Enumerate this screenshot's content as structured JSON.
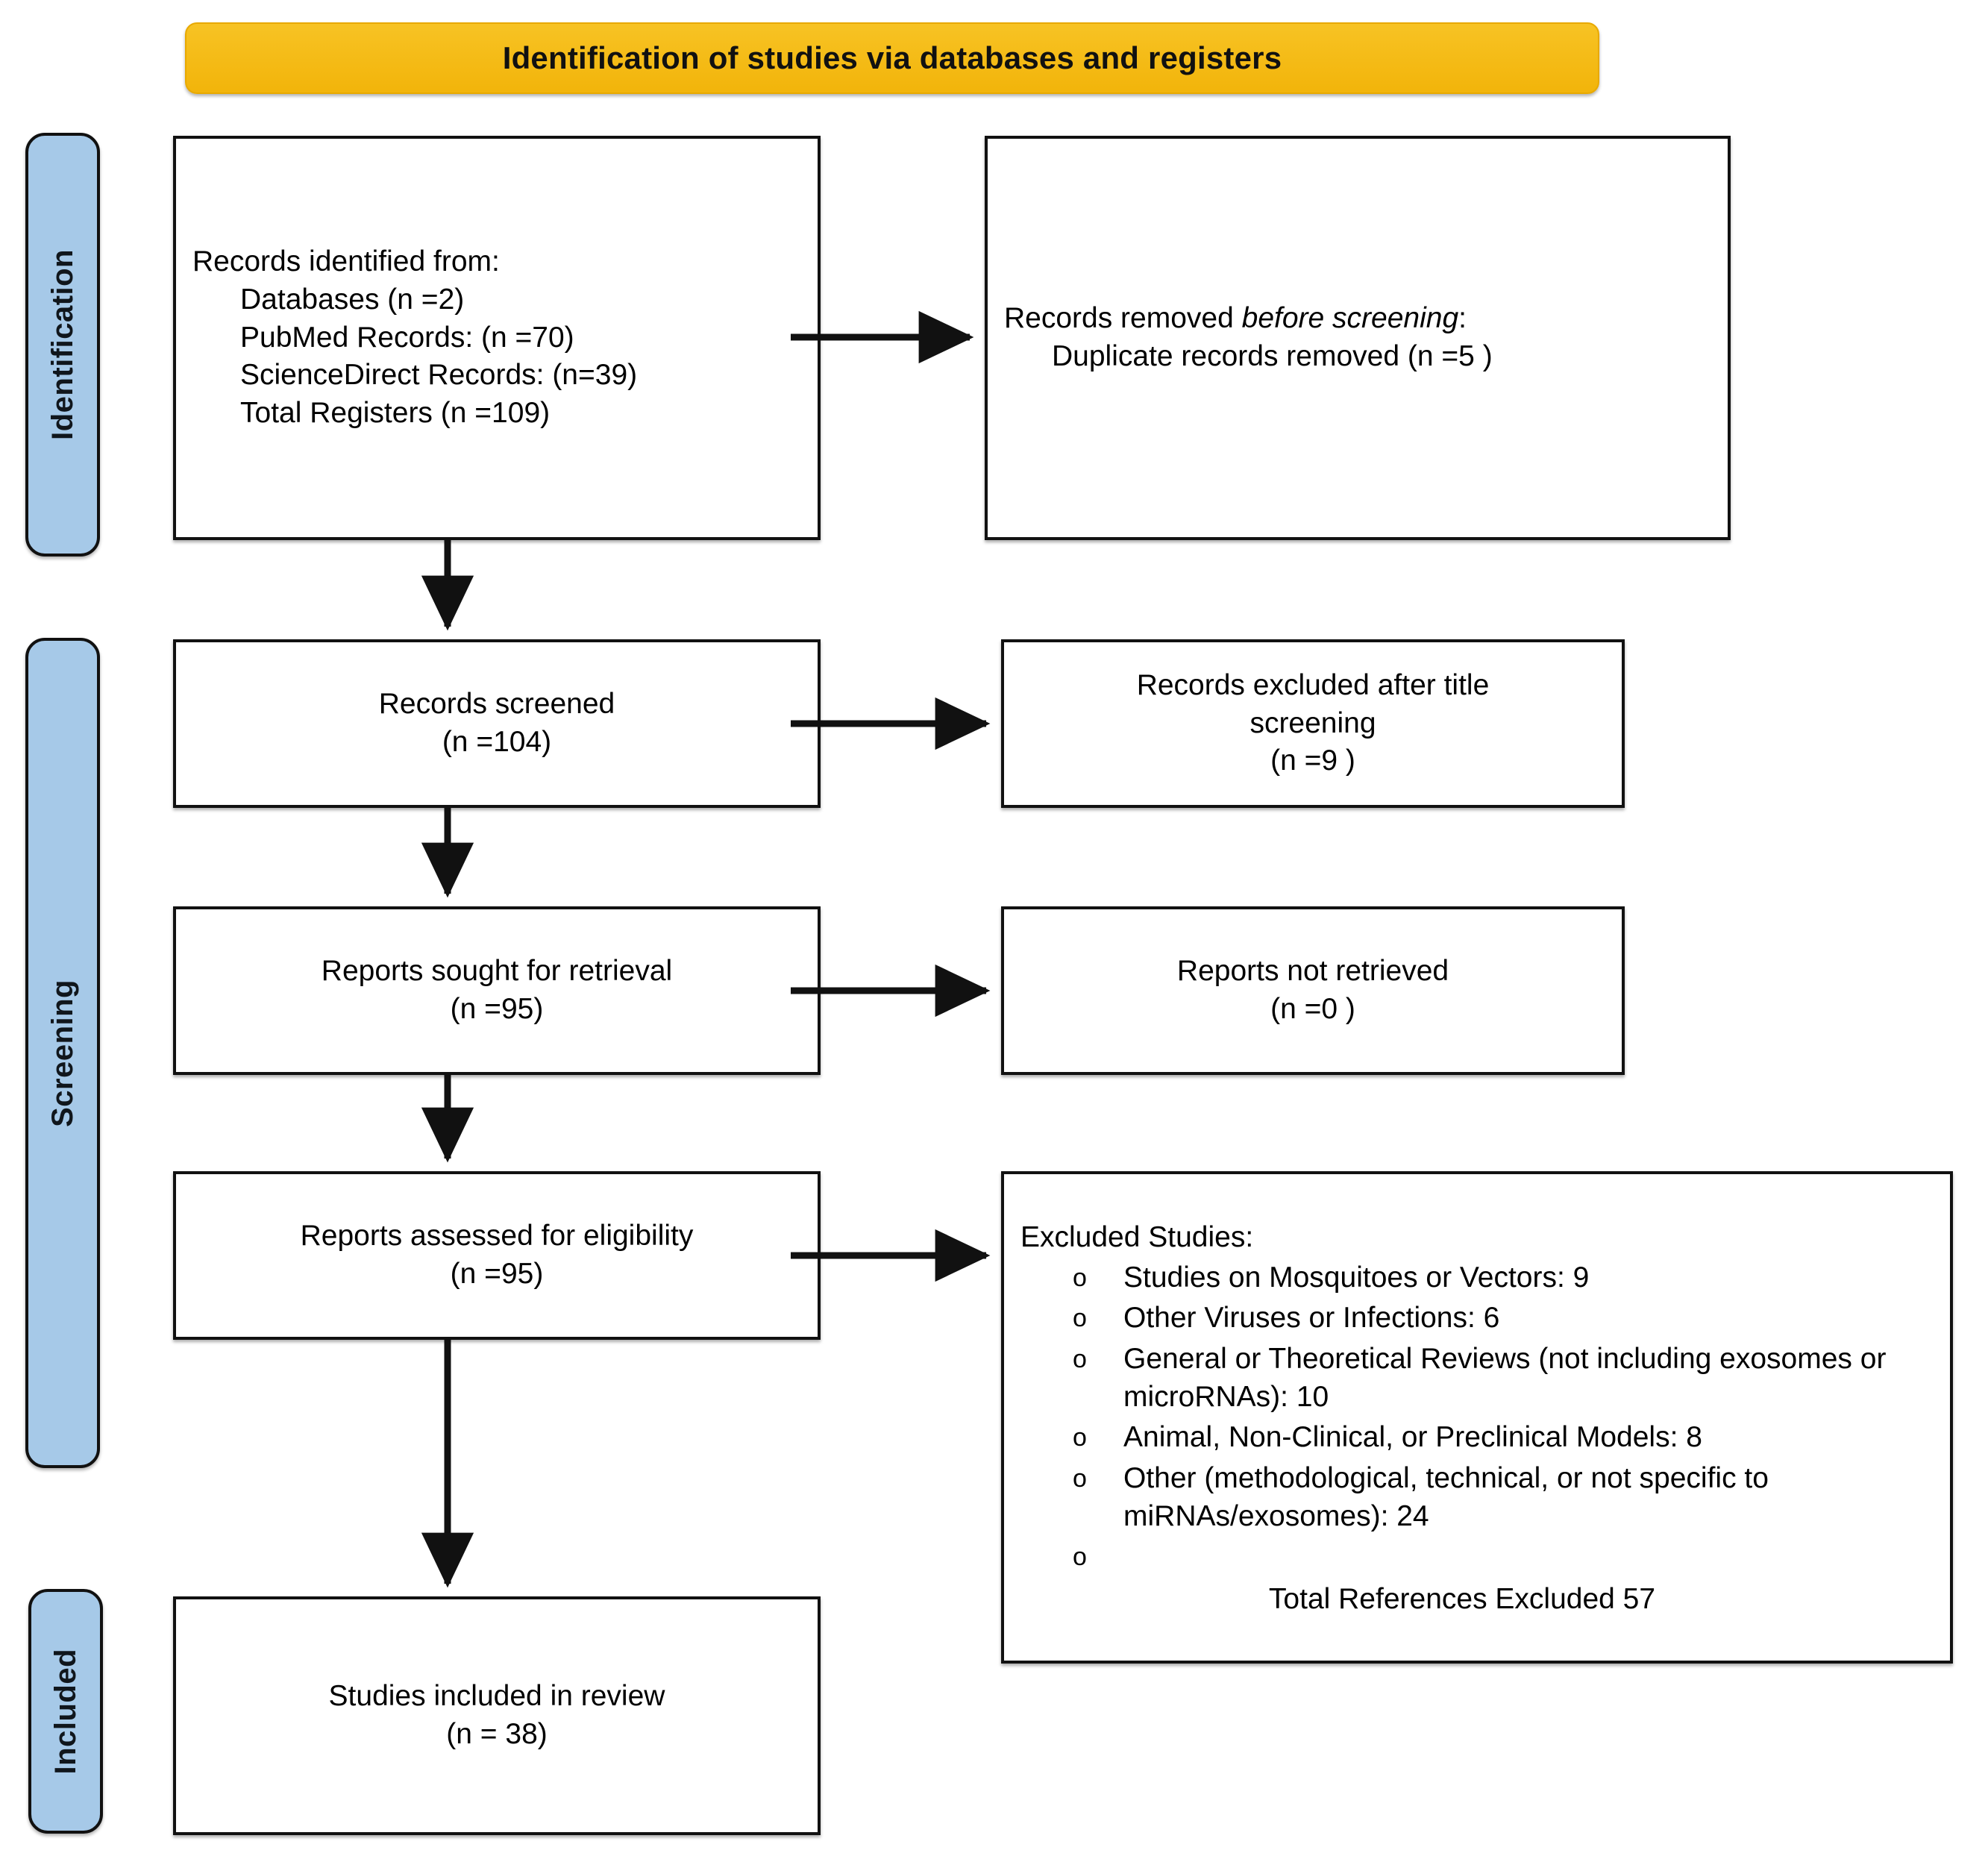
{
  "title": {
    "text": "Identification of studies via databases and registers",
    "background_color": "#F2B40A"
  },
  "stages": [
    {
      "id": "identification",
      "label": "Identification"
    },
    {
      "id": "screening",
      "label": "Screening"
    },
    {
      "id": "included",
      "label": "Included"
    }
  ],
  "stage_color": "#A6C9E8",
  "boxes": {
    "identified": {
      "l1": "Records identified from:",
      "l2": "Databases (n =2)",
      "l3": "PubMed Records: (n =70)",
      "l4": "ScienceDirect Records: (n=39)",
      "l5": "Total Registers (n =109)"
    },
    "removed": {
      "l1_pre": "Records removed ",
      "l1_em": "before screening",
      "l1_post": ":",
      "l2": "Duplicate records removed (n =5 )"
    },
    "screened": {
      "l1": "Records screened",
      "l2": "(n =104)"
    },
    "excluded_title_screening": {
      "l1": "Records excluded after title",
      "l2": "screening",
      "l3": "(n =9 )"
    },
    "sought": {
      "l1": "Reports sought for retrieval",
      "l2": "(n =95)"
    },
    "not_retrieved": {
      "l1": "Reports not retrieved",
      "l2": "(n =0 )"
    },
    "eligibility": {
      "l1": "Reports assessed for eligibility",
      "l2": "(n =95)"
    },
    "included": {
      "l1": "Studies included in review",
      "l2": "(n = 38)"
    },
    "excluded_studies": {
      "heading": "Excluded Studies:",
      "marker": "o",
      "items": [
        "Studies on Mosquitoes or Vectors: 9",
        "Other Viruses or Infections: 6",
        "General or Theoretical Reviews (not including exosomes or microRNAs): 10",
        "Animal, Non-Clinical, or Preclinical Models: 8",
        "Other (methodological, technical, or not specific to miRNAs/exosomes): 24",
        ""
      ],
      "total": "Total References Excluded 57"
    }
  },
  "chart_data": {
    "type": "diagram",
    "title": "Identification of studies via databases and registers",
    "nodes": [
      {
        "stage": "Identification",
        "label": "Records identified from: Databases (n =2); PubMed Records: (n =70); ScienceDirect Records: (n=39); Total Registers (n =109)",
        "n": 109
      },
      {
        "stage": "Identification",
        "label": "Records removed before screening: Duplicate records removed",
        "n": 5
      },
      {
        "stage": "Screening",
        "label": "Records screened",
        "n": 104
      },
      {
        "stage": "Screening",
        "label": "Records excluded after title screening",
        "n": 9
      },
      {
        "stage": "Screening",
        "label": "Reports sought for retrieval",
        "n": 95
      },
      {
        "stage": "Screening",
        "label": "Reports not retrieved",
        "n": 0
      },
      {
        "stage": "Screening",
        "label": "Reports assessed for eligibility",
        "n": 95
      },
      {
        "stage": "Screening",
        "label": "Total References Excluded",
        "n": 57
      },
      {
        "stage": "Included",
        "label": "Studies included in review",
        "n": 38
      }
    ],
    "exclusion_reasons": [
      {
        "reason": "Studies on Mosquitoes or Vectors",
        "count": 9
      },
      {
        "reason": "Other Viruses or Infections",
        "count": 6
      },
      {
        "reason": "General or Theoretical Reviews (not including exosomes or microRNAs)",
        "count": 10
      },
      {
        "reason": "Animal, Non-Clinical, or Preclinical Models",
        "count": 8
      },
      {
        "reason": "Other (methodological, technical, or not specific to miRNAs/exosomes)",
        "count": 24
      }
    ]
  }
}
